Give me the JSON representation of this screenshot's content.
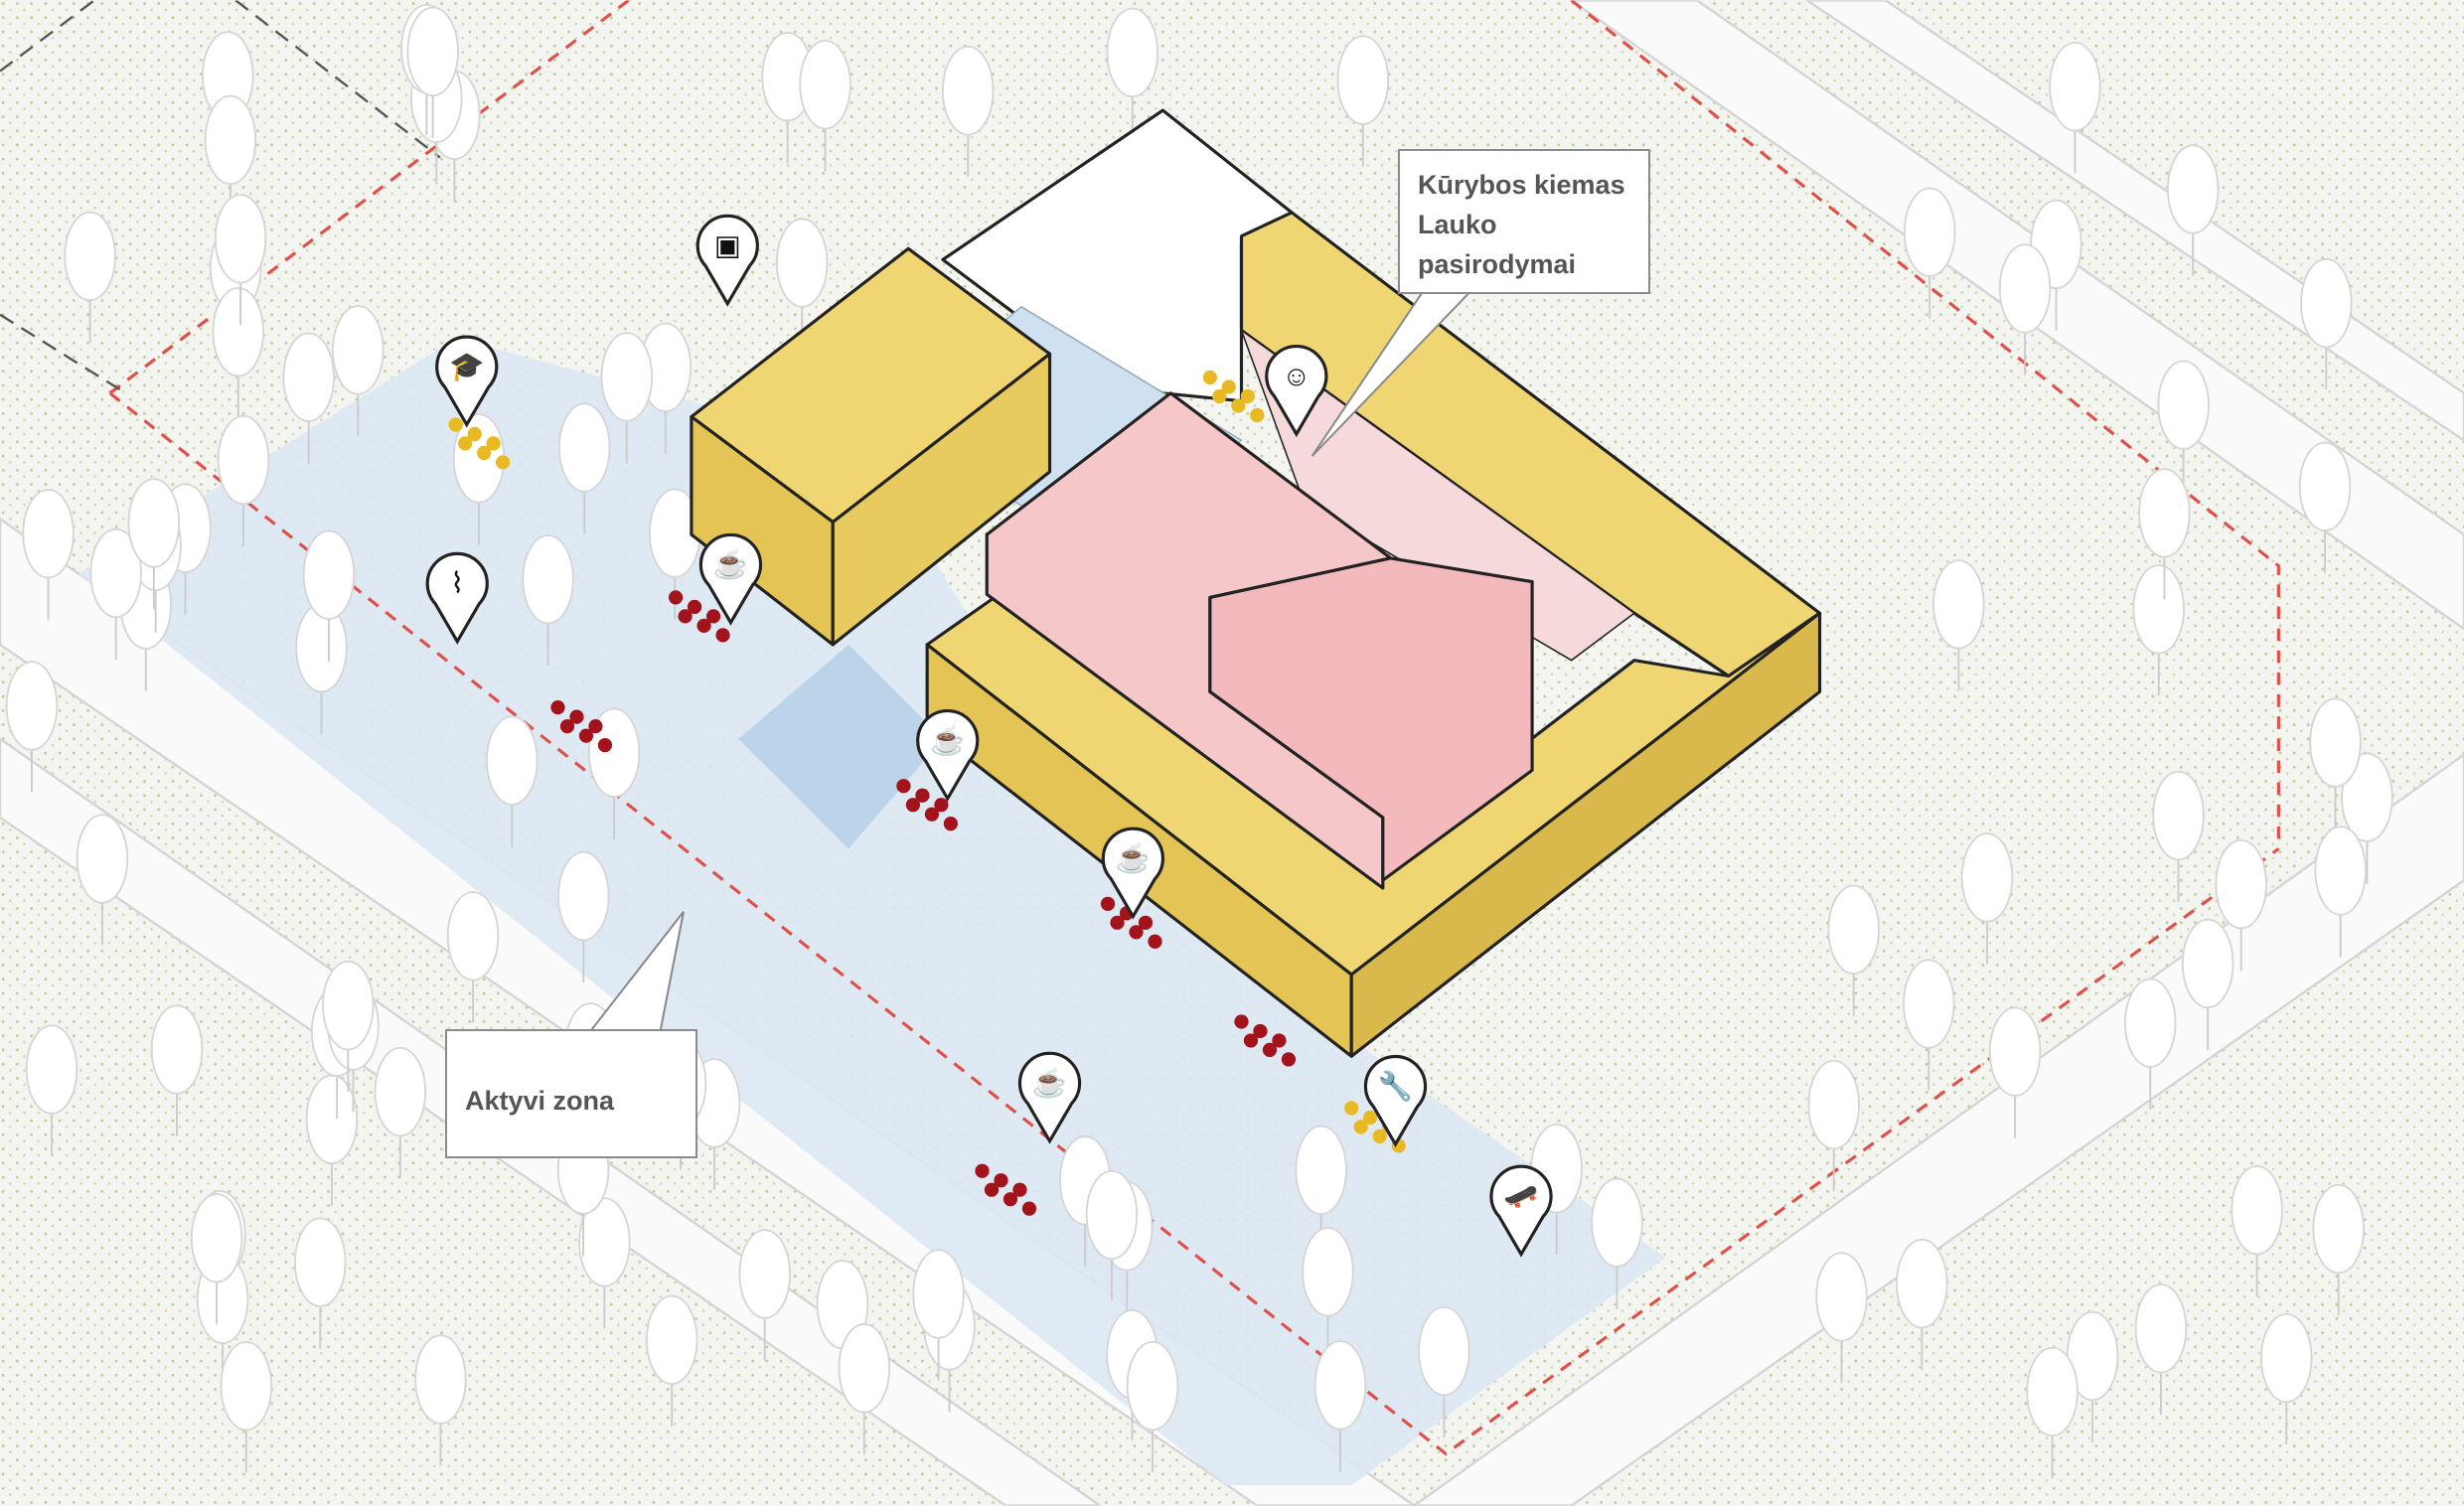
{
  "title": "Site axonometric plan",
  "callouts": {
    "creative_yard": {
      "lines": [
        "Kūrybos kiemas",
        "Lauko",
        "pasirodymai"
      ]
    },
    "active_zone": {
      "lines": [
        "Aktyvi zona"
      ]
    }
  },
  "markers": [
    {
      "icon": "gallery-easel-icon"
    },
    {
      "icon": "graduation-cap-icon"
    },
    {
      "icon": "relax-lounger-icon"
    },
    {
      "icon": "coffee-cup-icon"
    },
    {
      "icon": "coffee-cup-icon"
    },
    {
      "icon": "coffee-cup-icon"
    },
    {
      "icon": "coffee-cup-icon"
    },
    {
      "icon": "theater-masks-icon"
    },
    {
      "icon": "wrench-icon"
    },
    {
      "icon": "skateboarder-icon"
    }
  ],
  "colors": {
    "background": "#f4f5f0",
    "vegetation_dots": "#b9cf9a",
    "public_zone": "#dbe8f3",
    "building_yellow": "#f0d673",
    "building_yellow_side": "#e3c455",
    "building_pink": "#f6c7c9",
    "boundary_red": "#e0504a",
    "seating_red": "#a3131c"
  }
}
